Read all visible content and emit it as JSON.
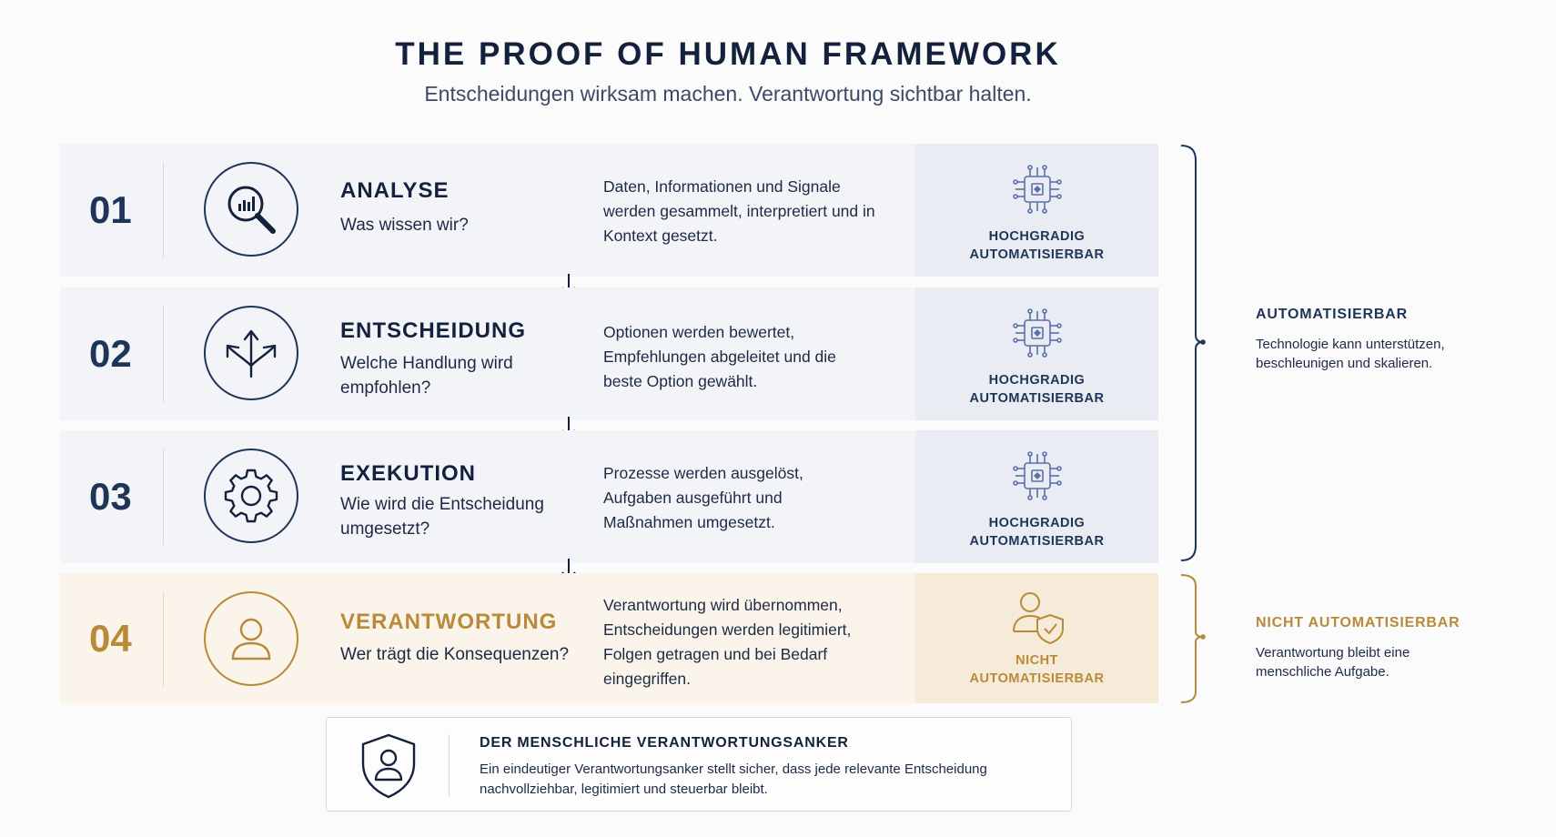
{
  "header": {
    "title": "THE PROOF OF HUMAN FRAMEWORK",
    "subtitle": "Entscheidungen wirksam machen. Verantwortung sichtbar halten."
  },
  "steps": [
    {
      "number": "01",
      "heading": "ANALYSE",
      "question": "Was wissen wir?",
      "description": "Daten, Informationen und Signale werden gesammelt, interpretiert und in Kontext gesetzt.",
      "status_line1": "HOCHGRADIG",
      "status_line2": "AUTOMATISIERBAR",
      "icon": "magnifier-chart-icon",
      "status_icon": "chip-icon"
    },
    {
      "number": "02",
      "heading": "ENTSCHEIDUNG",
      "question": "Welche Handlung wird empfohlen?",
      "description": "Optionen werden bewertet, Empfehlungen abgeleitet und die beste Option gewählt.",
      "status_line1": "HOCHGRADIG",
      "status_line2": "AUTOMATISIERBAR",
      "icon": "split-arrows-icon",
      "status_icon": "chip-icon"
    },
    {
      "number": "03",
      "heading": "EXEKUTION",
      "question": "Wie wird die Entscheidung umgesetzt?",
      "description": "Prozesse werden ausgelöst, Aufgaben ausgeführt und Maßnahmen umgesetzt.",
      "status_line1": "HOCHGRADIG",
      "status_line2": "AUTOMATISIERBAR",
      "icon": "gear-icon",
      "status_icon": "chip-icon"
    },
    {
      "number": "04",
      "heading": "VERANTWORTUNG",
      "question": "Wer trägt die Konsequenzen?",
      "description": "Verantwortung wird übernommen, Entscheidungen werden legitimiert, Folgen getragen und bei Bedarf eingegriffen.",
      "status_line1": "NICHT",
      "status_line2": "AUTOMATISIERBAR",
      "icon": "person-icon",
      "status_icon": "person-shield-icon"
    }
  ],
  "side": {
    "automatable": {
      "title": "AUTOMATISIERBAR",
      "text": "Technologie kann unterstützen, beschleunigen und skalieren."
    },
    "not_automatable": {
      "title": "NICHT AUTOMATISIERBAR",
      "text": "Verantwortung bleibt eine menschliche Aufgabe."
    }
  },
  "anchor": {
    "title": "DER MENSCHLICHE VERANTWORTUNGSANKER",
    "text": "Ein eindeutiger Verantwortungsanker stellt sicher, dass jede relevante Entscheidung nachvollziehbar, legitimiert und steuerbar bleibt.",
    "icon": "shield-person-icon"
  },
  "colors": {
    "navy": "#1e3558",
    "gold": "#b88a3a",
    "row_bg": "#f2f4f8",
    "row_gold_bg": "#faf4ea"
  }
}
